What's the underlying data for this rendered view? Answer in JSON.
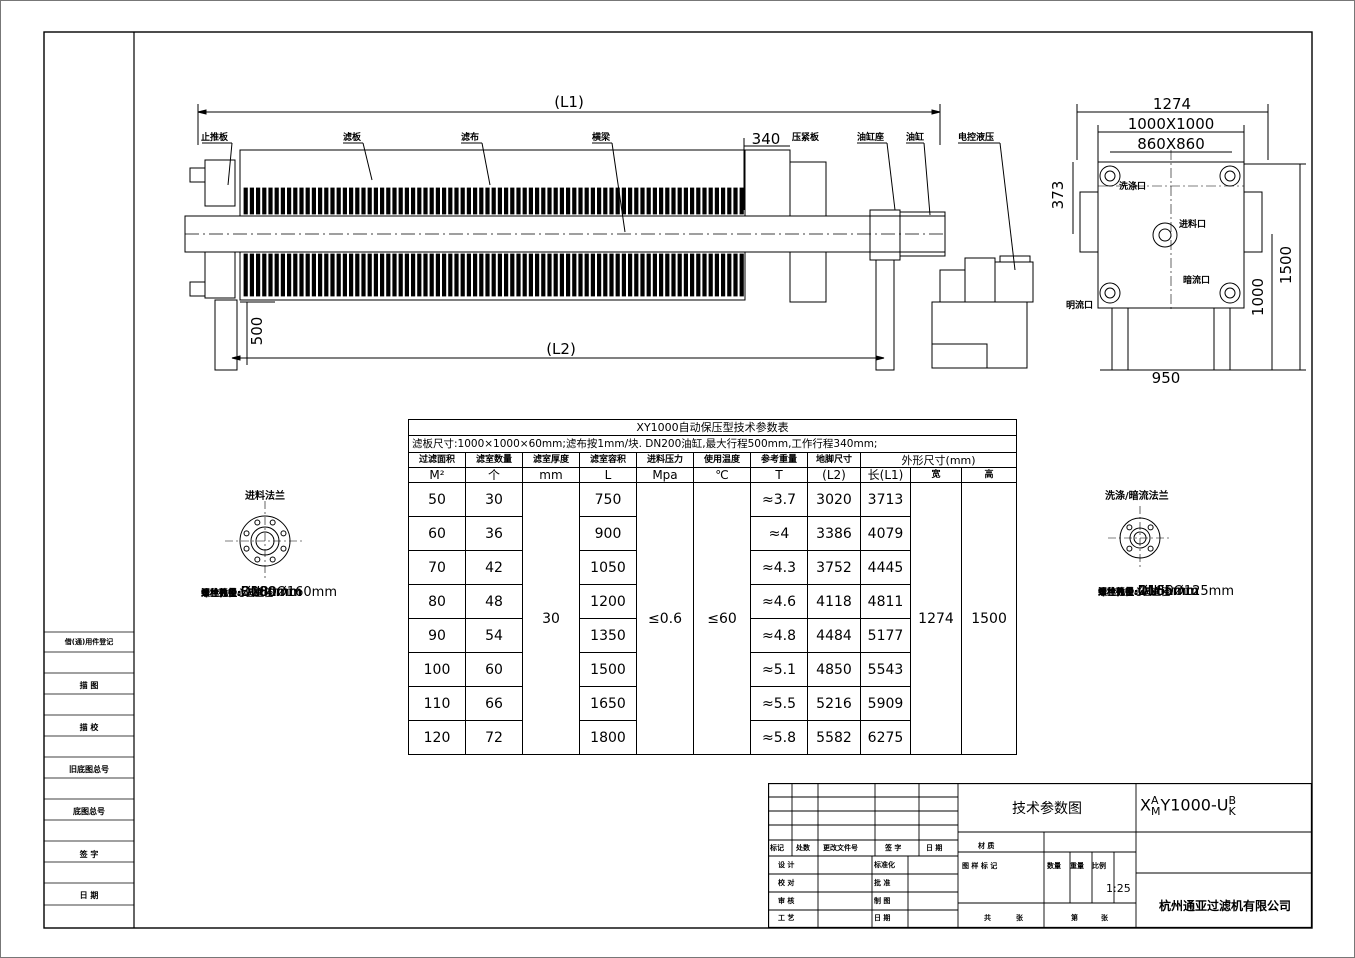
{
  "dimensions": {
    "L1": "(L1)",
    "L2": "(L2)",
    "stroke": "340",
    "height_500": "500",
    "width_1274": "1274",
    "plate": "1000X1000",
    "bolt": "860X860",
    "top_373": "373",
    "h_1500": "1500",
    "h_1000": "1000",
    "w_950": "950"
  },
  "part_labels": {
    "stop_plate": "止推板",
    "filter_plate": "滤板",
    "filter_cloth": "滤布",
    "beam": "横梁",
    "press_plate": "压紧板",
    "cylinder_seat": "油缸座",
    "cylinder": "油缸",
    "control": "电控液压"
  },
  "side_view_labels": {
    "wash_port": "洗涤口",
    "feed_port": "进料口",
    "dark_flow": "暗流口",
    "open_flow": "明流口"
  },
  "feed_flange": {
    "title": "进料法兰",
    "lines": [
      {
        "k": "公称通径:",
        "v": "DN80mm"
      },
      {
        "k": "法兰外径:",
        "v": "Ø200mm"
      },
      {
        "k": "螺栓孔中心圆直径:",
        "v": "Ø160mm"
      },
      {
        "k": "螺栓孔径:",
        "v": "Ø18mm"
      },
      {
        "k": "螺栓数量:",
        "v": "8"
      }
    ]
  },
  "wash_flange": {
    "title": "洗涤/暗流法兰",
    "lines": [
      {
        "k": "公称通径:",
        "v": "DN50mm"
      },
      {
        "k": "法兰外径:",
        "v": "Ø165mm"
      },
      {
        "k": "螺栓孔中心圆直径:",
        "v": "Ø125mm"
      },
      {
        "k": "螺栓孔径:",
        "v": "Ø18mm"
      },
      {
        "k": "螺栓数量:",
        "v": "4"
      }
    ]
  },
  "spec_table": {
    "title": "XY1000自动保压型技术参数表",
    "subtitle": "滤板尺寸:1000×1000×60mm;滤布按1mm/块. DN200油缸,最大行程500mm,工作行程340mm;",
    "headers": [
      "过滤面积",
      "滤室数量",
      "滤室厚度",
      "滤室容积",
      "进料压力",
      "使用温度",
      "参考重量",
      "地脚尺寸",
      "外形尺寸(mm)"
    ],
    "units": [
      "M²",
      "个",
      "mm",
      "L",
      "Mpa",
      "℃",
      "T",
      "(L2)",
      "长(L1)",
      "宽",
      "高"
    ],
    "chamber_thickness": "30",
    "feed_pressure": "≤0.6",
    "temperature": "≤60",
    "width": "1274",
    "height": "1500",
    "rows": [
      [
        "50",
        "30",
        "750",
        "≈3.7",
        "3020",
        "3713"
      ],
      [
        "60",
        "36",
        "900",
        "≈4",
        "3386",
        "4079"
      ],
      [
        "70",
        "42",
        "1050",
        "≈4.3",
        "3752",
        "4445"
      ],
      [
        "80",
        "48",
        "1200",
        "≈4.6",
        "4118",
        "4811"
      ],
      [
        "90",
        "54",
        "1350",
        "≈4.8",
        "4484",
        "5177"
      ],
      [
        "100",
        "60",
        "1500",
        "≈5.1",
        "4850",
        "5543"
      ],
      [
        "110",
        "66",
        "1650",
        "≈5.5",
        "5216",
        "5909"
      ],
      [
        "120",
        "72",
        "1800",
        "≈5.8",
        "5582",
        "6275"
      ]
    ]
  },
  "left_strip": [
    "借(通)用件登记",
    "描 图",
    "描 校",
    "旧底图总号",
    "底图总号",
    "签 字",
    "日 期"
  ],
  "title_block": {
    "name": "技术参数图",
    "code_prefix": "X",
    "code_stack_a_top": "A",
    "code_stack_a_bottom": "M",
    "code_mid": "Y1000-U",
    "code_stack_b_top": "B",
    "code_stack_b_bottom": "K",
    "company": "杭州通亚过滤机有限公司",
    "material": "材 质",
    "mark_row": [
      "标记",
      "处数",
      "更改文件号",
      "签 字",
      "日 期"
    ],
    "sign_rows": [
      [
        "设 计",
        "标准化"
      ],
      [
        "校 对",
        "批 准"
      ],
      [
        "审 核",
        "制 图"
      ],
      [
        "工 艺",
        "日 期"
      ]
    ],
    "mid_headers": [
      "图 样 标 记",
      "数量",
      "重量",
      "比例"
    ],
    "scale": "1:25",
    "sheets": [
      "共",
      "张",
      "第",
      "张"
    ]
  }
}
